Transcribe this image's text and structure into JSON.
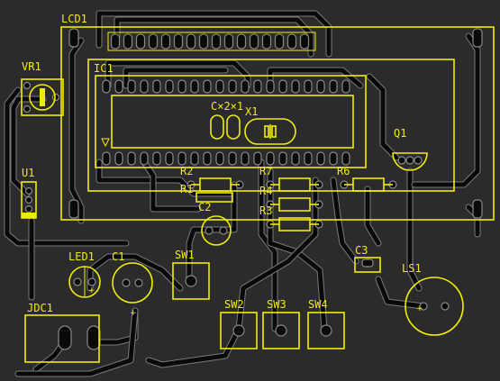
{
  "board": {
    "background": "#2b2b2b",
    "silkscreen_color": "#f0ec0a",
    "trace_color": "#090909"
  },
  "labels": {
    "lcd": "LCD1",
    "vr": "VR1",
    "ic": "IC1",
    "cap_pair": "C×2×1",
    "crystal": "X1",
    "transistor": "Q1",
    "u1": "U1",
    "r2": "R2",
    "r1": "R1",
    "r7": "R7",
    "r4": "R4",
    "r3": "R3",
    "r6": "R6",
    "c2": "C2",
    "c3": "C3",
    "led": "LED1",
    "c1": "C1",
    "sw1": "SW1",
    "sw2": "SW2",
    "sw3": "SW3",
    "sw4": "SW4",
    "ls": "LS1",
    "jdc": "JDC1",
    "plus": "+"
  }
}
